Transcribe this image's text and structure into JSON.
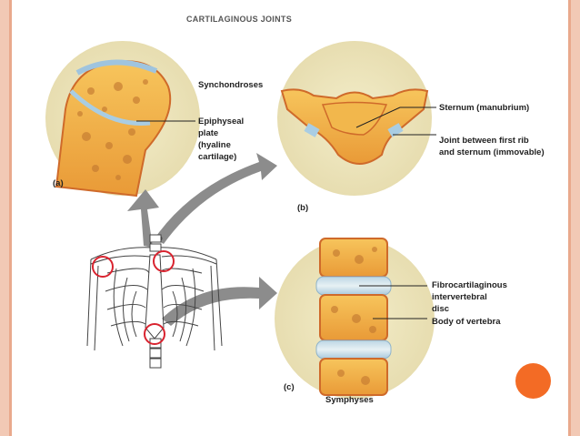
{
  "slide": {
    "title": "CARTILAGINOUS JOINTS",
    "accent_color": "#f36b25",
    "border_color": "#f2c9b5"
  },
  "diagram": {
    "panels": [
      {
        "id": "a",
        "tag": "(a)"
      },
      {
        "id": "b",
        "tag": "(b)"
      },
      {
        "id": "c",
        "tag": "(c)"
      }
    ],
    "labels": {
      "synchondroses": "Synchondroses",
      "epiphyseal_1": "Epiphyseal",
      "epiphyseal_2": "plate",
      "epiphyseal_3": "(hyaline",
      "epiphyseal_4": "cartilage)",
      "sternum": "Sternum (manubrium)",
      "joint_1": "Joint between first rib",
      "joint_2": "and sternum (immovable)",
      "fibro_1": "Fibrocartilaginous",
      "fibro_2": "intervertebral",
      "fibro_3": "disc",
      "body_vertebra": "Body of vertebra",
      "symphyses": "Symphyses"
    }
  }
}
